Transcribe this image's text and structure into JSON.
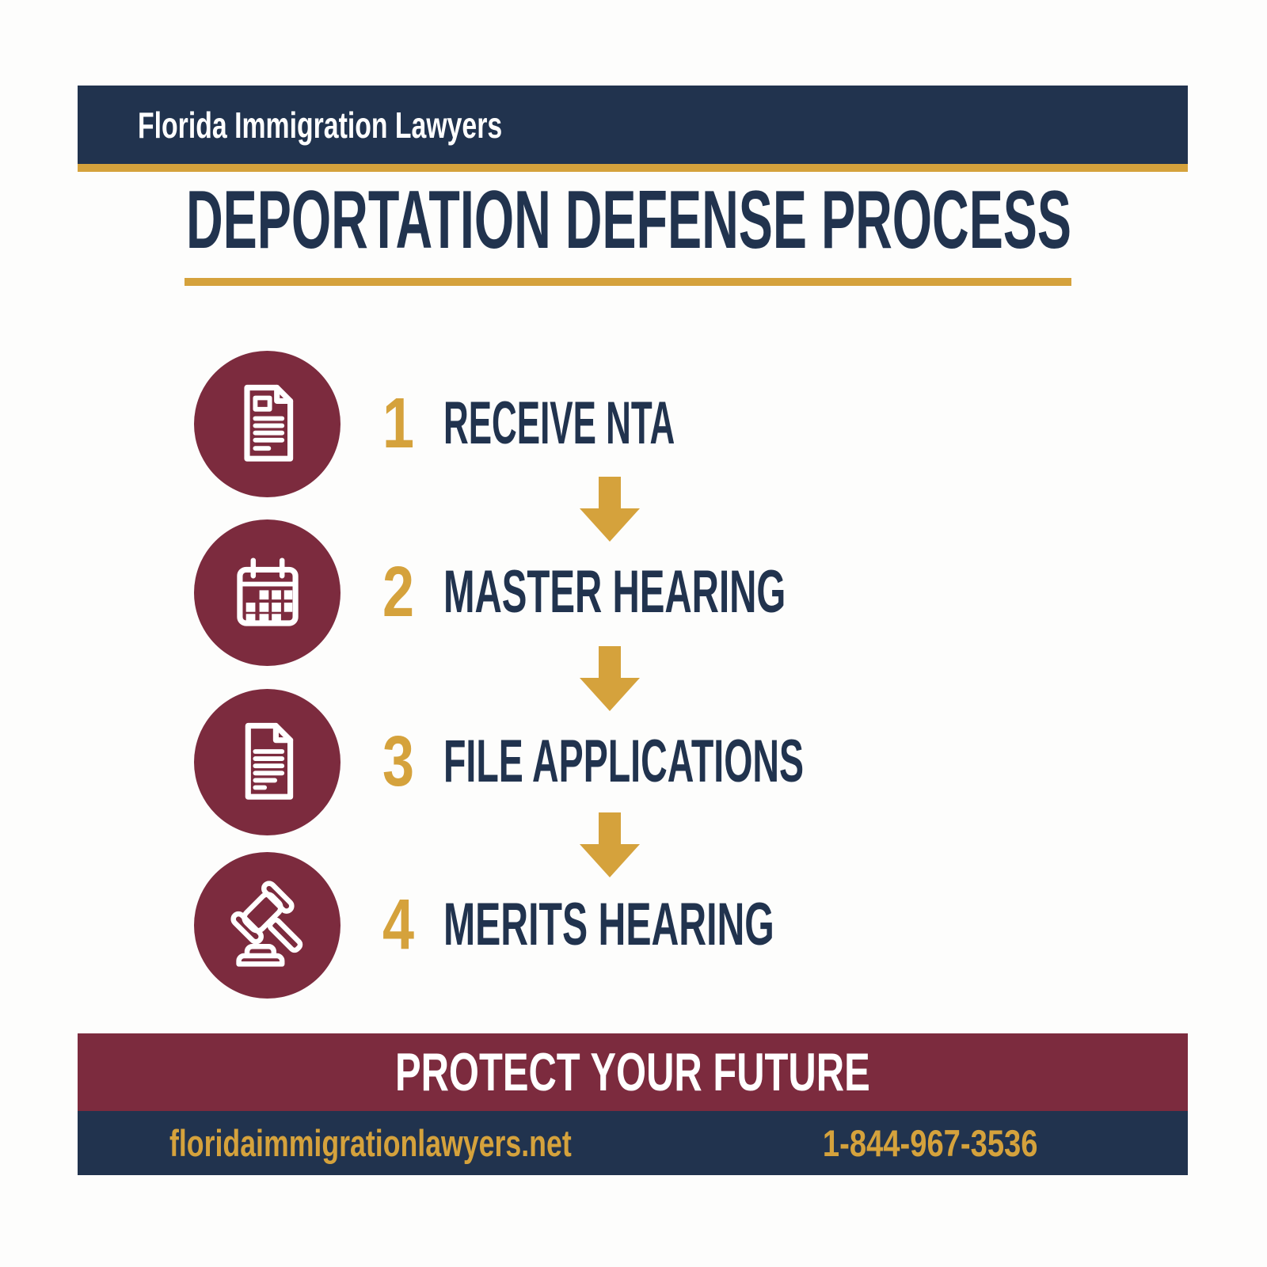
{
  "header": {
    "brand": "Florida Immigration Lawyers"
  },
  "title": "DEPORTATION DEFENSE PROCESS",
  "steps": [
    {
      "number": "1",
      "label": "RECEIVE NTA",
      "icon": "document-form-icon"
    },
    {
      "number": "2",
      "label": "MASTER HEARING",
      "icon": "calendar-icon"
    },
    {
      "number": "3",
      "label": "FILE APPLICATIONS",
      "icon": "document-icon"
    },
    {
      "number": "4",
      "label": "MERITS HEARING",
      "icon": "gavel-icon"
    }
  ],
  "connector": {
    "icon": "down-arrow-icon"
  },
  "footer": {
    "tagline": "PROTECT YOUR FUTURE",
    "website": "floridaimmigrationlawyers.net",
    "phone": "1-844-967-3536"
  },
  "colors": {
    "navy": "#21334e",
    "maroon": "#7c2b3e",
    "gold": "#d5a23c",
    "white": "#ffffff",
    "background": "#fdfdfc"
  }
}
